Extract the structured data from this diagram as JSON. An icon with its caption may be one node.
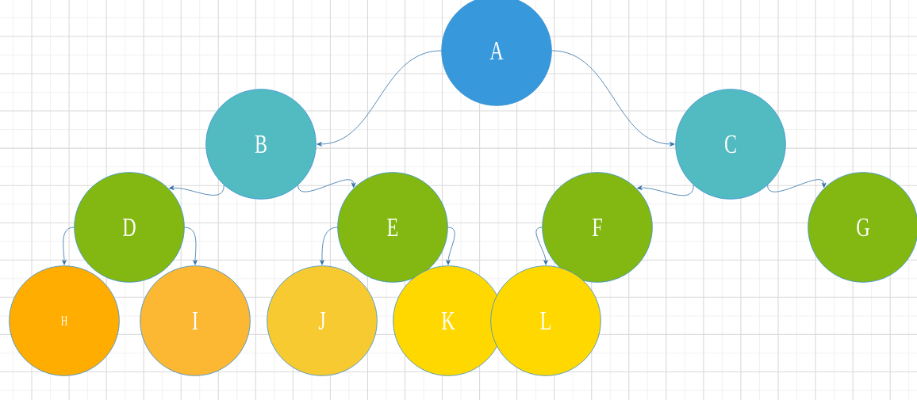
{
  "diagram": {
    "nodes": [
      {
        "text": [
          "A"
        ]
      },
      {
        "text": [
          "B"
        ]
      },
      {
        "text": [
          "C"
        ]
      },
      {
        "text": [
          "D"
        ]
      },
      {
        "text": [
          "E"
        ]
      },
      {
        "text": [
          "F"
        ]
      },
      {
        "text": [
          "G"
        ]
      },
      {
        "text": [
          "H"
        ]
      },
      {
        "text": [
          "I"
        ]
      },
      {
        "text": [
          "J"
        ]
      },
      {
        "text": [
          "K"
        ]
      },
      {
        "text": [
          "L"
        ]
      }
    ],
    "edges": [
      {
        "from": 0,
        "to": 1,
        "arrow": "to"
      },
      {
        "from": 0,
        "to": 2,
        "arrow": "to"
      },
      {
        "from": 1,
        "to": 3,
        "arrow": "to"
      },
      {
        "from": 1,
        "to": 4,
        "arrow": "to"
      },
      {
        "from": 2,
        "to": 5,
        "arrow": "to"
      },
      {
        "from": 2,
        "to": 6,
        "arrow": "to"
      },
      {
        "from": 3,
        "to": 7,
        "arrow": "to"
      },
      {
        "from": 3,
        "to": 8,
        "arrow": "to"
      },
      {
        "from": 4,
        "to": 9,
        "arrow": "to"
      },
      {
        "from": 4,
        "to": 10,
        "arrow": "to"
      },
      {
        "from": 5,
        "to": 11,
        "arrow": "to"
      }
    ]
  }
}
